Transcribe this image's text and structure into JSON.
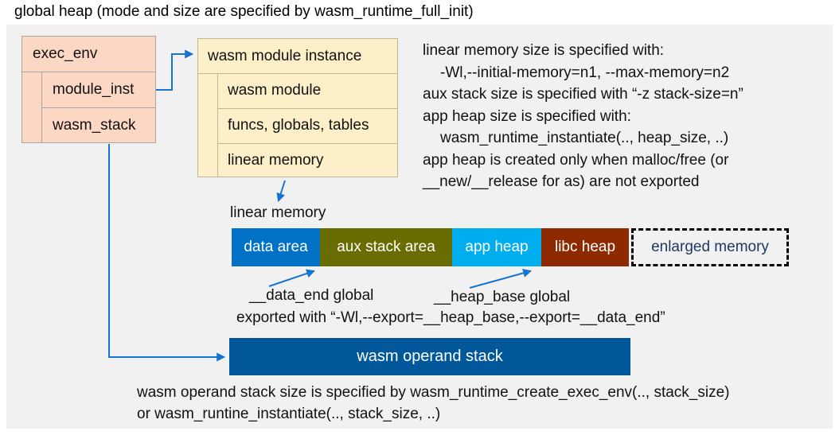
{
  "title": "global heap (mode and size are specified by wasm_runtime_full_init)",
  "exec_env": {
    "header": "exec_env",
    "rows": [
      {
        "label": "module_inst"
      },
      {
        "label": "wasm_stack"
      }
    ]
  },
  "module_instance": {
    "header": "wasm module instance",
    "rows": [
      {
        "label": "wasm module"
      },
      {
        "label": "funcs, globals, tables"
      },
      {
        "label": "linear memory"
      }
    ]
  },
  "notes": {
    "lines": [
      "linear memory size is specified with:",
      "-Wl,--initial-memory=n1, --max-memory=n2",
      "aux stack size is specified with “-z stack-size=n”",
      "app heap size is specified with:",
      "wasm_runtime_instantiate(.., heap_size, ..)",
      "app heap is created only when malloc/free (or",
      "__new/__release for as) are not exported"
    ]
  },
  "linear_memory": {
    "label": "linear memory",
    "segments": [
      {
        "label": "data area",
        "color": "#0071C5"
      },
      {
        "label": "aux stack area",
        "color": "#696C00"
      },
      {
        "label": "app heap",
        "color": "#00AEEF"
      },
      {
        "label": "libc heap",
        "color": "#8E2A00"
      }
    ],
    "enlarged_label": "enlarged memory",
    "enlarged_text_color": "#1F3864"
  },
  "annotations": {
    "data_end": "__data_end global",
    "heap_base": "__heap_base global",
    "exported": "exported with “-Wl,--export=__heap_base,--export=__data_end”"
  },
  "operand_stack": {
    "label": "wasm operand stack",
    "color": "#00589B"
  },
  "footer": {
    "lines": [
      "wasm operand stack size is specified by wasm_runtime_create_exec_env(.., stack_size)",
      "or wasm_runtine_instantiate(.., stack_size, ..)"
    ]
  },
  "colors": {
    "panel_bg": "#F1F1F1",
    "exec_box_fill": "#FBD7C4",
    "exec_box_border": "#A6A6A6",
    "instance_box_fill": "#FDEFC7",
    "instance_box_border": "#BDB793",
    "arrow_blue": "#1574D2",
    "enlarged_border": "#000000"
  }
}
